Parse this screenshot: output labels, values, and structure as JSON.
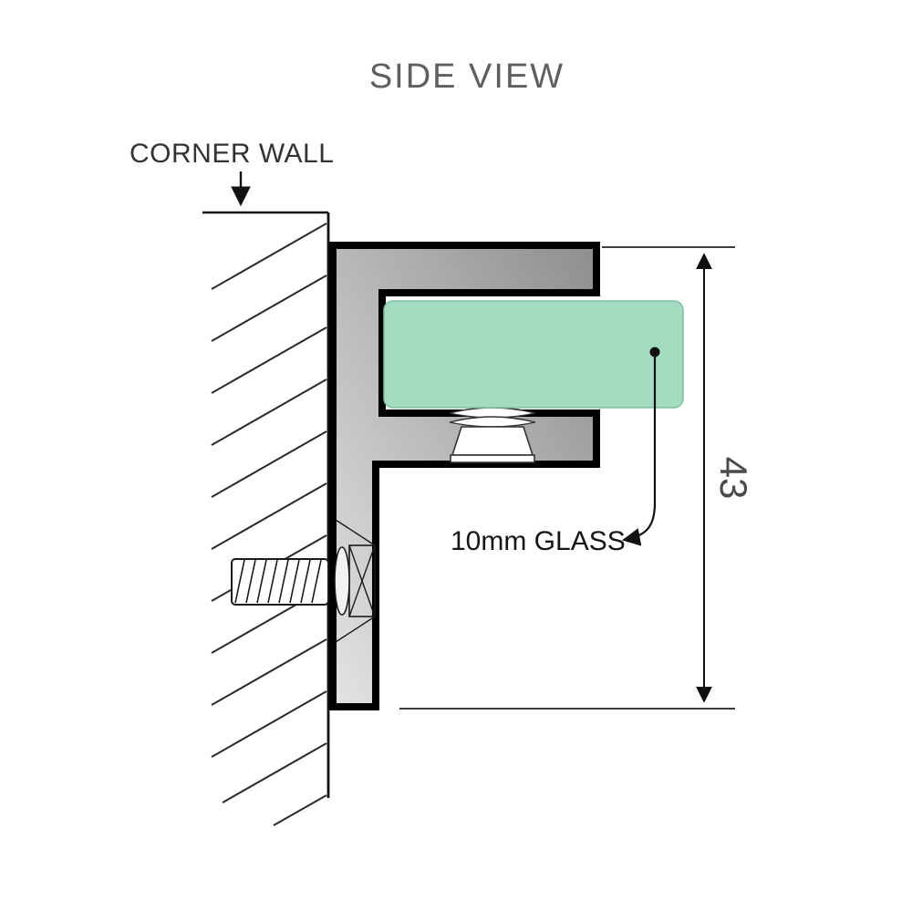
{
  "page": {
    "title": "SIDE VIEW"
  },
  "wall": {
    "label": "CORNER WALL"
  },
  "glass": {
    "label": "10mm GLASS"
  },
  "dimension": {
    "value": "43"
  },
  "colors": {
    "background": "#ffffff",
    "outline": "#000000",
    "glass_fill": "#a3dcc0",
    "glass_stroke": "#7fbfa0",
    "bracket_gradient_light": "#e3e3e3",
    "bracket_gradient_dark": "#8e8e8e",
    "title_text": "#5f5f5f",
    "label_text": "#161616",
    "dimension_text": "#4a4a4a"
  }
}
